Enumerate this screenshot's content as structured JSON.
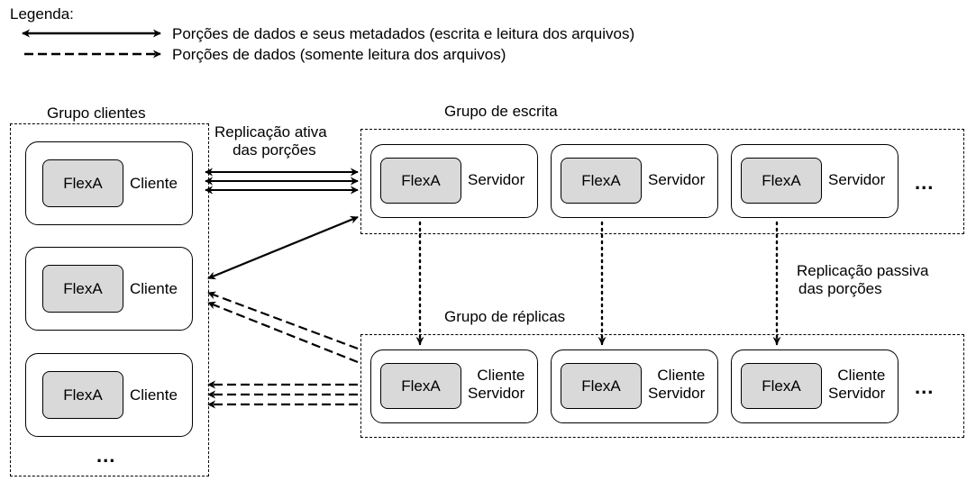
{
  "legend": {
    "title": "Legenda:",
    "solid_label": "Porções de dados  e seus metadados (escrita e leitura dos arquivos)",
    "dashed_label": "Porções de dados (somente leitura dos arquivos)"
  },
  "groups": {
    "clients_title": "Grupo clientes",
    "write_title": "Grupo de escrita",
    "replica_title": "Grupo de réplicas"
  },
  "annotations": {
    "active_line1": "Replicação ativa",
    "active_line2": "das porções",
    "passive_line1": "Replicação passiva",
    "passive_line2": "das porções"
  },
  "node_label": "FlexA",
  "client_role": "Cliente",
  "server_role": "Servidor",
  "replica_role_line1": "Cliente",
  "replica_role_line2": "Servidor",
  "ellipsis": "..."
}
